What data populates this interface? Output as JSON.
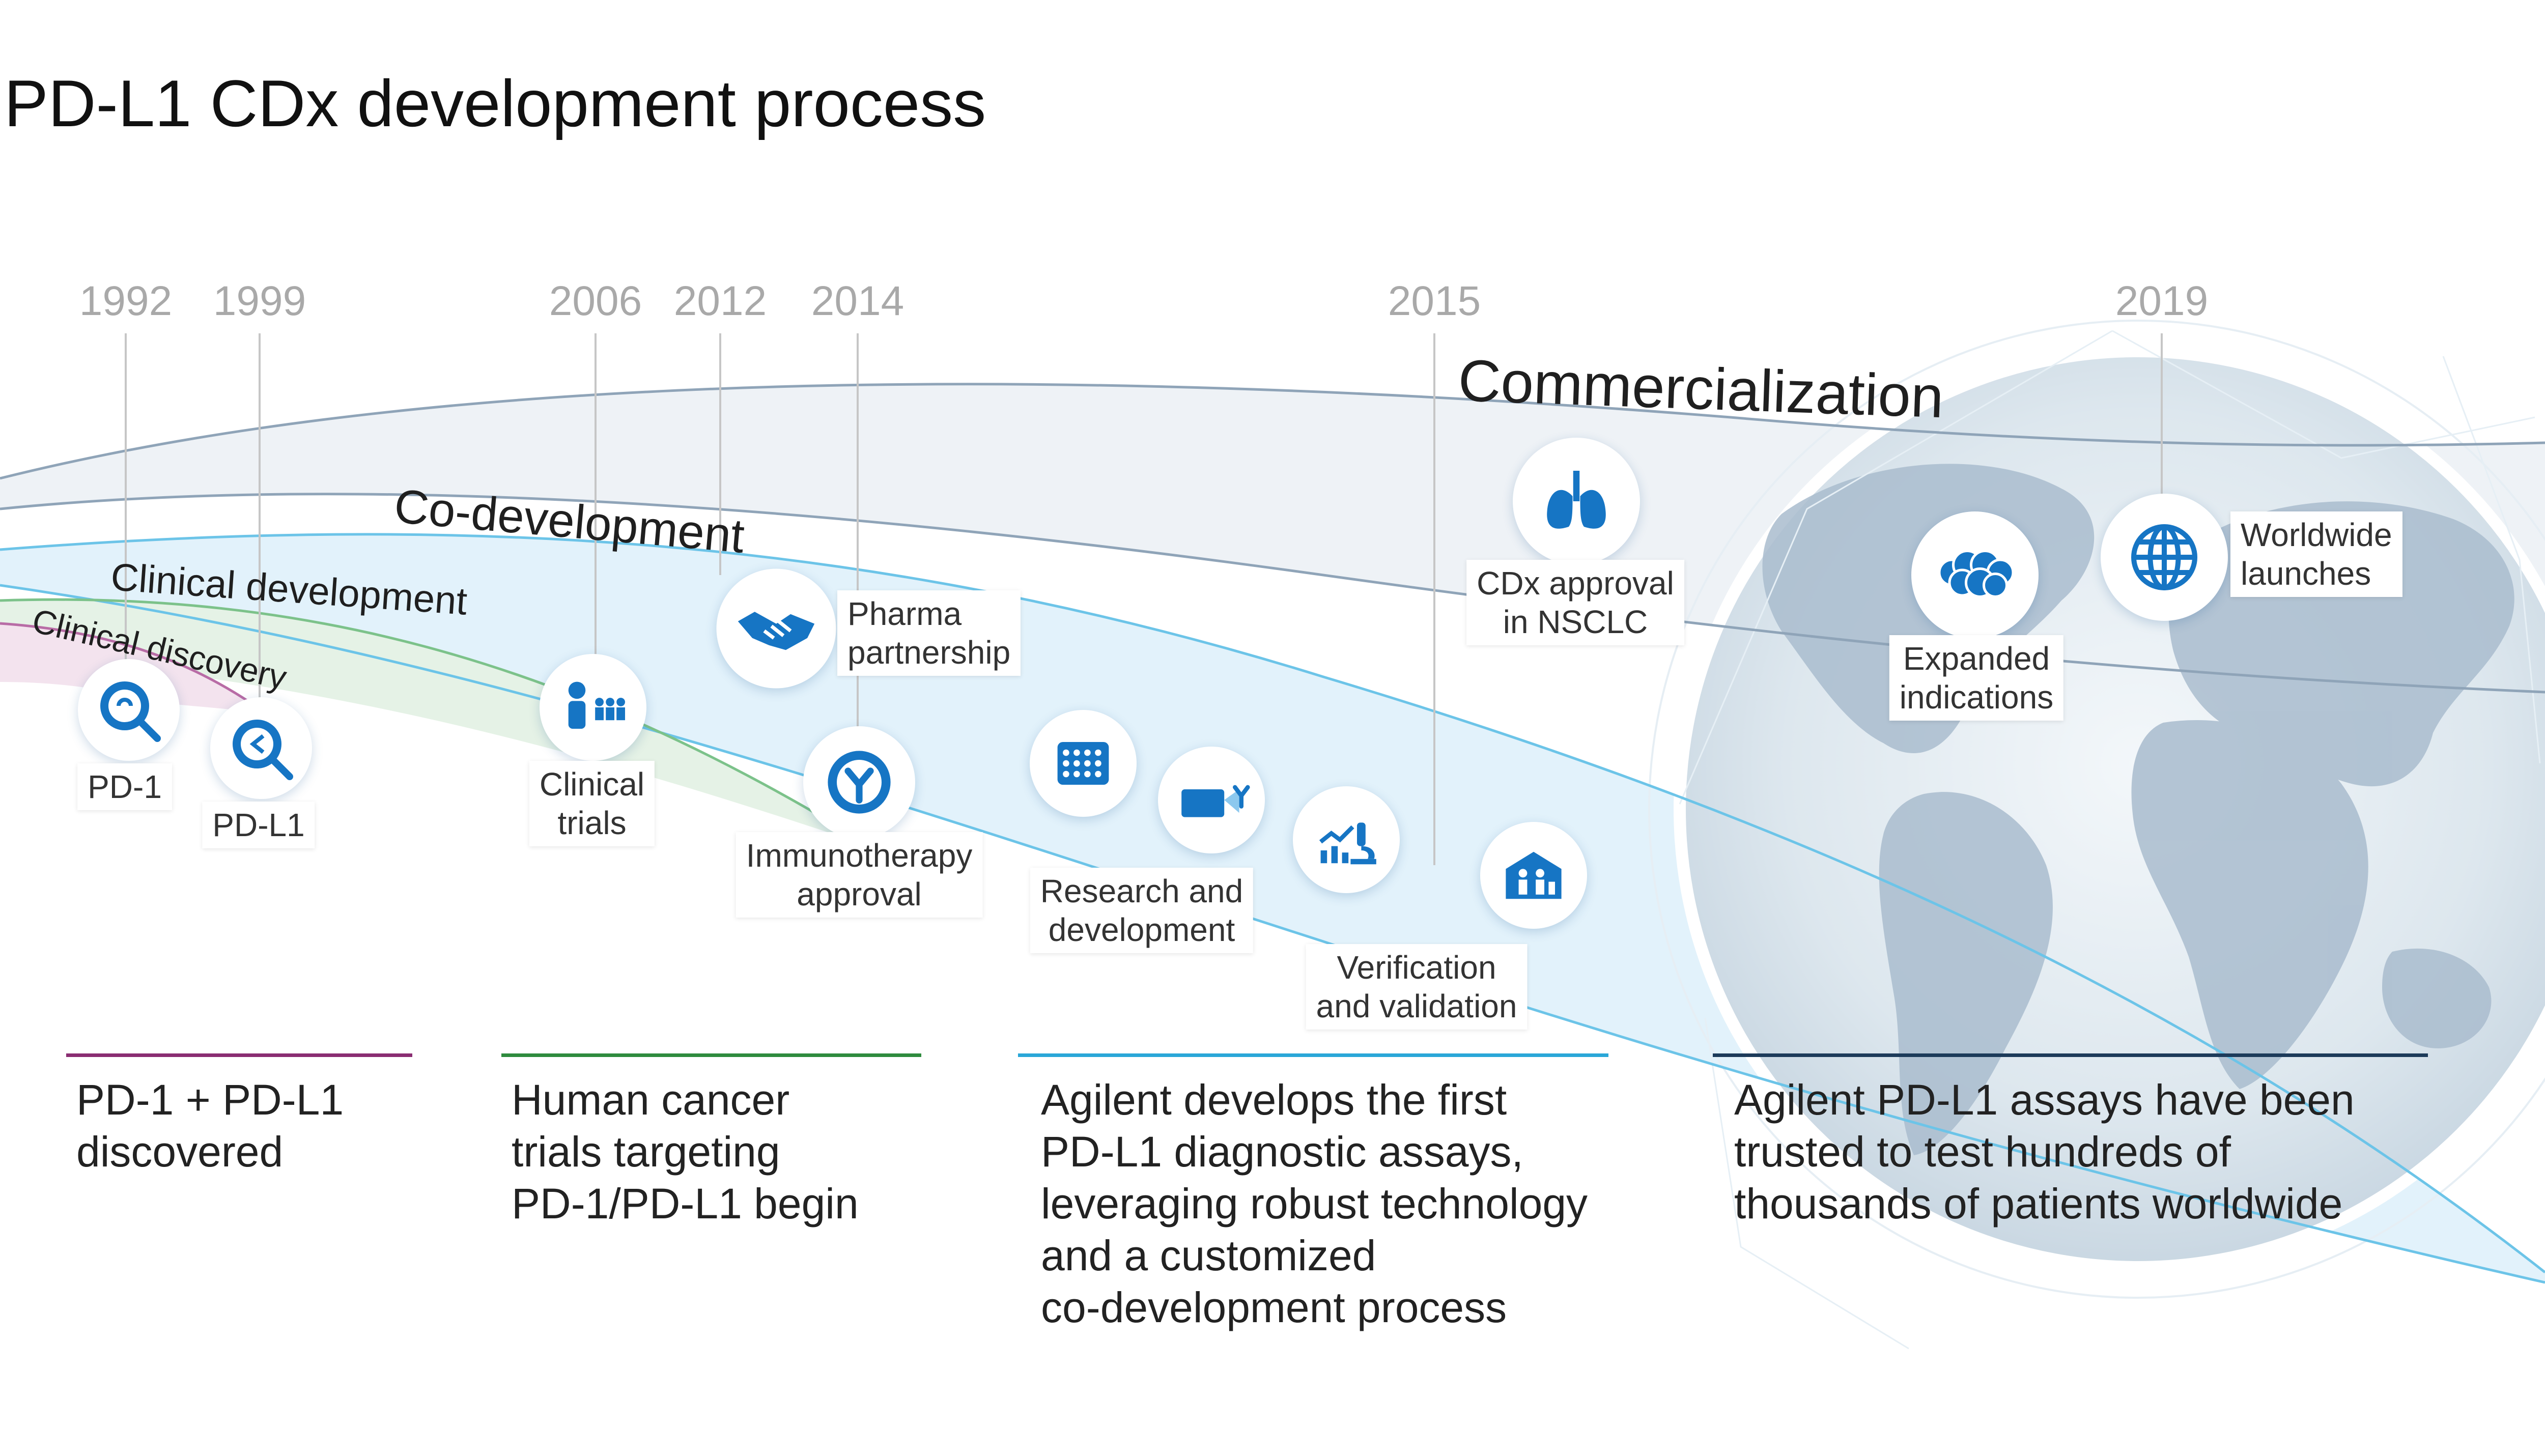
{
  "title": "PD-L1 CDx development process",
  "years": [
    "1992",
    "1999",
    "2006",
    "2012",
    "2014",
    "2015",
    "2019"
  ],
  "phases": {
    "clinical_discovery": "Clinical discovery",
    "clinical_development": "Clinical development",
    "co_development": "Co-development",
    "commercialization": "Commercialization"
  },
  "milestones": {
    "pd1": "PD-1",
    "pdl1": "PD-L1",
    "clinical_trials_1": "Clinical",
    "clinical_trials_2": "trials",
    "immunotherapy_1": "Immunotherapy",
    "immunotherapy_2": "approval",
    "pharma_1": "Pharma",
    "pharma_2": "partnership",
    "rnd_1": "Research and",
    "rnd_2": "development",
    "verification_1": "Verification",
    "verification_2": "and validation",
    "cdx_1": "CDx approval",
    "cdx_2": "in NSCLC",
    "expanded_1": "Expanded",
    "expanded_2": "indications",
    "worldwide_1": "Worldwide",
    "worldwide_2": "launches"
  },
  "summaries": {
    "discovery": [
      "PD-1 + PD-L1",
      "discovered"
    ],
    "trials": [
      "Human cancer",
      "trials targeting",
      "PD-1/PD-L1 begin"
    ],
    "agilent_first": [
      "Agilent develops the first",
      "PD-L1 diagnostic assays,",
      "leveraging robust technology",
      "and a customized",
      "co-development process"
    ],
    "trusted": [
      "Agilent PD-L1 assays have been",
      "trusted to test hundreds of",
      "thousands of patients worldwide"
    ]
  },
  "icons": [
    "magnifier-icon",
    "magnifier-icon",
    "clinical-trials-icon",
    "handshake-icon",
    "antibody-icon",
    "well-plate-icon",
    "slide-scan-icon",
    "microscope-icon",
    "laboratory-icon",
    "lungs-icon",
    "tumor-cells-icon",
    "globe-icon"
  ],
  "colors": {
    "discovery": "#8a2d72",
    "development": "#2e8b3e",
    "codevelopment": "#2aa7d8",
    "commercialization": "#1d3b5a",
    "icon_blue": "#1675c4",
    "year_gray": "#a9a9a9"
  }
}
